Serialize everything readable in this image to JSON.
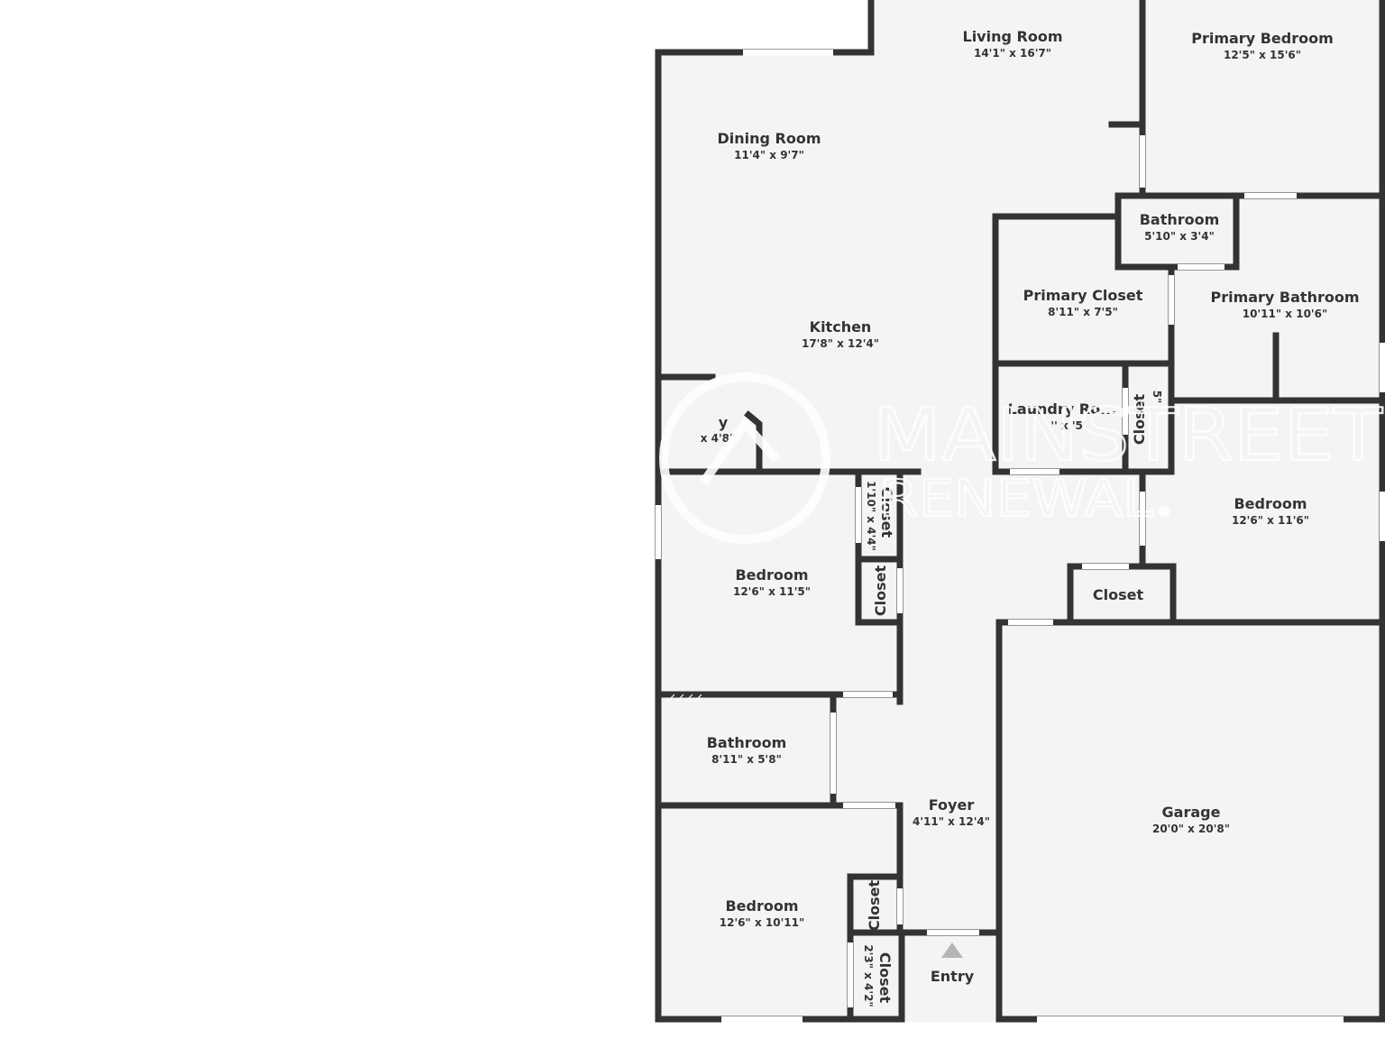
{
  "colors": {
    "wall": "#333333",
    "floor": "#f4f4f4",
    "window": "#ffffff",
    "text": "#333333",
    "watermark": "#ffffff",
    "entry_arrow": "#b5b5b5"
  },
  "rooms": {
    "living_room": {
      "name": "Living Room",
      "dims": "14'1\" x 16'7\""
    },
    "primary_bedroom": {
      "name": "Primary Bedroom",
      "dims": "12'5\" x 15'6\""
    },
    "dining_room": {
      "name": "Dining Room",
      "dims": "11'4\" x 9'7\""
    },
    "kitchen": {
      "name": "Kitchen",
      "dims": "17'8\" x 12'4\""
    },
    "bathroom_primary_wc": {
      "name": "Bathroom",
      "dims": "5'10\" x 3'4\""
    },
    "primary_closet": {
      "name": "Primary Closet",
      "dims": "8'11\" x 7'5\""
    },
    "primary_bathroom": {
      "name": "Primary Bathroom",
      "dims": "10'11\" x 10'6\""
    },
    "laundry_room": {
      "name": "Laundry Ro...",
      "dims": "'' x '5'"
    },
    "laundry_closet": {
      "name": "Closet",
      "dims": "5\""
    },
    "pantry": {
      "name": "y",
      "dims": "x 4'8\""
    },
    "hall_closet_1": {
      "name": "Closet",
      "dims": "1'10\" x 4'4\""
    },
    "hall_closet_2": {
      "name": "Closet"
    },
    "bedroom_west": {
      "name": "Bedroom",
      "dims": "12'6\" x 11'5\""
    },
    "bedroom_east": {
      "name": "Bedroom",
      "dims": "12'6\" x 11'6\""
    },
    "bedroom_east_closet": {
      "name": "Closet"
    },
    "bathroom_hall": {
      "name": "Bathroom",
      "dims": "8'11\" x 5'8\""
    },
    "foyer": {
      "name": "Foyer",
      "dims": "4'11\" x 12'4\""
    },
    "garage": {
      "name": "Garage",
      "dims": "20'0\" x 20'8\""
    },
    "bedroom_south": {
      "name": "Bedroom",
      "dims": "12'6\" x 10'11\""
    },
    "bedroom_south_closet_1": {
      "name": "Closet"
    },
    "bedroom_south_closet_2": {
      "name": "Closet",
      "dims": "2'3\" x 4'2\""
    },
    "entry": {
      "name": "Entry"
    }
  },
  "watermark": {
    "line1": "MAINSTREET",
    "line2": "RENEWAL",
    "mark": "®"
  }
}
